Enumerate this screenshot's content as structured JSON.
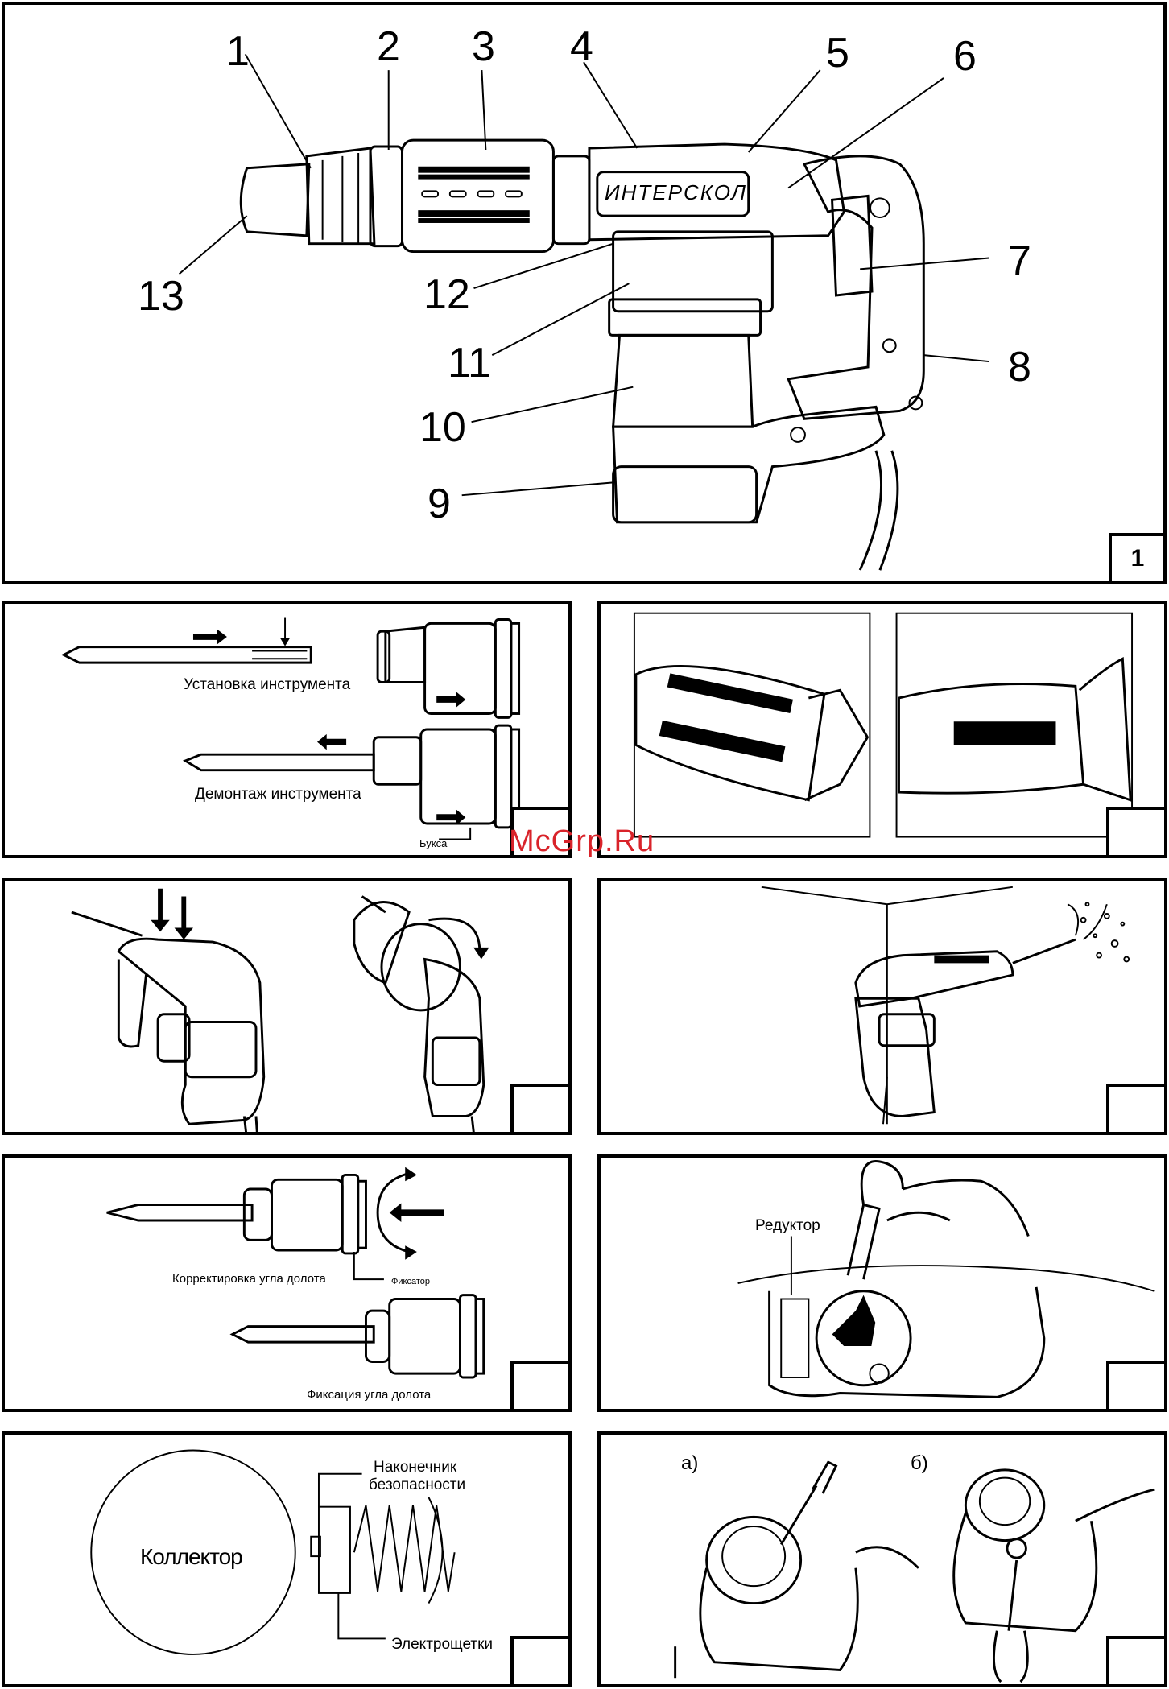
{
  "figure1": {
    "number": "1",
    "callouts": [
      "1",
      "2",
      "3",
      "4",
      "5",
      "6",
      "7",
      "8",
      "9",
      "10",
      "11",
      "12",
      "13"
    ],
    "brand": "ИНТЕРСКОЛ"
  },
  "panel_install": {
    "install_caption": "Установка инструмента",
    "remove_caption": "Демонтаж инструмента",
    "sleeve_label": "Букса"
  },
  "panel_angle": {
    "correction_caption": "Корректировка угла долота",
    "lock_label": "Фиксатор",
    "fixation_caption": "Фиксация угла долота"
  },
  "panel_gearbox": {
    "gearbox_label": "Редуктор"
  },
  "panel_brush": {
    "collector_label": "Коллектор",
    "tip_label_line1": "Наконечник",
    "tip_label_line2": "безопасности",
    "brushes_label": "Электрощетки"
  },
  "panel_replace": {
    "label_a": "а)",
    "label_b": "б)"
  },
  "watermark": "McGrp.Ru"
}
